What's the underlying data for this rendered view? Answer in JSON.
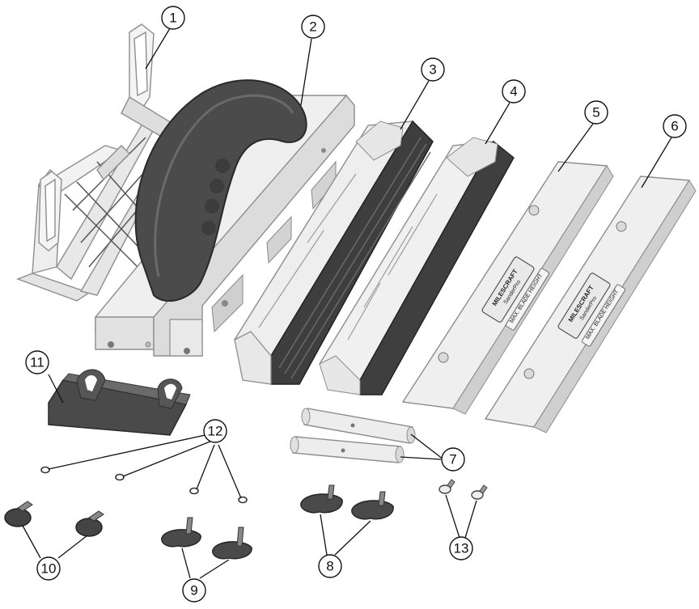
{
  "callouts": [
    {
      "id": "1",
      "label": "1"
    },
    {
      "id": "2",
      "label": "2"
    },
    {
      "id": "3",
      "label": "3"
    },
    {
      "id": "4",
      "label": "4"
    },
    {
      "id": "5",
      "label": "5"
    },
    {
      "id": "6",
      "label": "6"
    },
    {
      "id": "7",
      "label": "7"
    },
    {
      "id": "8",
      "label": "8"
    },
    {
      "id": "9",
      "label": "9"
    },
    {
      "id": "10",
      "label": "10"
    },
    {
      "id": "11",
      "label": "11"
    },
    {
      "id": "12",
      "label": "12"
    },
    {
      "id": "13",
      "label": "13"
    }
  ],
  "plate_label": {
    "brand": "MILESCRAFT",
    "model": "SanderPro",
    "notice": "MAX. BLADE HEIGHT"
  },
  "colors": {
    "plastic": "#ececec",
    "plastic_edge": "#9a9a9a",
    "rubber": "#4a4a4a",
    "rubber_dark": "#2e2e2e",
    "line": "#111111"
  }
}
